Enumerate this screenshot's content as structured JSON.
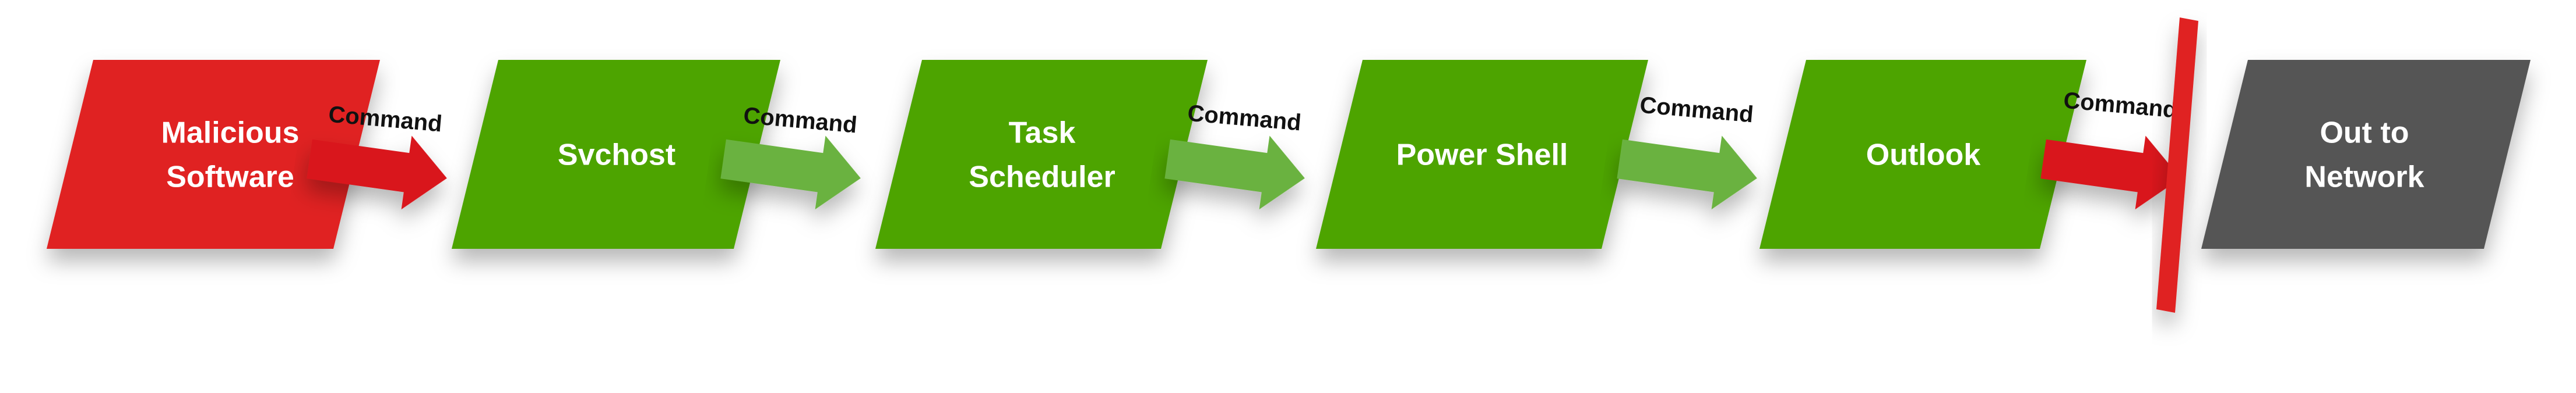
{
  "nodes": [
    {
      "id": "malicious-software",
      "lines": [
        "Malicious",
        "Software"
      ],
      "color": "#e02020"
    },
    {
      "id": "svchost",
      "lines": [
        "Svchost"
      ],
      "color": "#4da400"
    },
    {
      "id": "task-scheduler",
      "lines": [
        "Task",
        "Scheduler"
      ],
      "color": "#4da400"
    },
    {
      "id": "power-shell",
      "lines": [
        "Power Shell"
      ],
      "color": "#4da400"
    },
    {
      "id": "outlook",
      "lines": [
        "Outlook"
      ],
      "color": "#4da400"
    },
    {
      "id": "out-to-network",
      "lines": [
        "Out to",
        "Network"
      ],
      "color": "#555555"
    }
  ],
  "connectors": [
    {
      "label": "Command",
      "color": "#d9191c"
    },
    {
      "label": "Command",
      "color": "#6bb240"
    },
    {
      "label": "Command",
      "color": "#6bb240"
    },
    {
      "label": "Command",
      "color": "#6bb240"
    },
    {
      "label": "Command",
      "color": "#d9191c"
    }
  ],
  "barrier_color": "#e02020"
}
